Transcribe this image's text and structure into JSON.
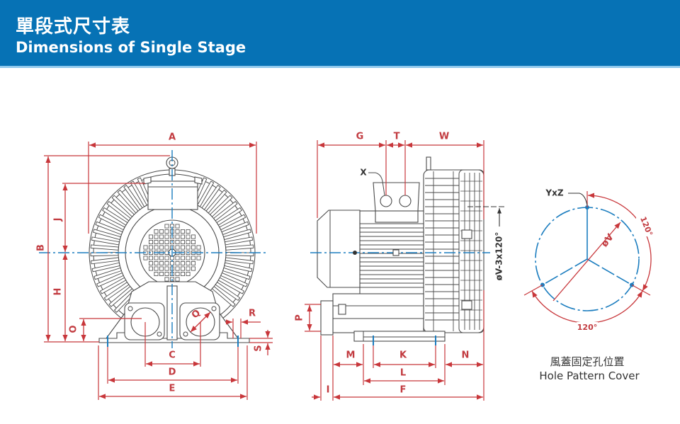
{
  "header": {
    "title_zh": "單段式尺寸表",
    "title_en": "Dimensions of Single Stage"
  },
  "front_view": {
    "labels": {
      "A": "A",
      "B": "B",
      "J": "J",
      "H": "H",
      "O": "O",
      "Q": "Q",
      "R": "R",
      "S": "S",
      "C": "C",
      "D": "D",
      "E": "E"
    }
  },
  "side_view": {
    "labels": {
      "G": "G",
      "T": "T",
      "W": "W",
      "X": "X",
      "P": "P",
      "M": "M",
      "K": "K",
      "N": "N",
      "L": "L",
      "I": "I",
      "F": "F"
    },
    "bolt_note": "øV-3x120°"
  },
  "hole_pattern": {
    "hole_label": "YxZ",
    "diameter_label": "øV",
    "angle_upper": "120°",
    "angle_lower": "120°",
    "caption_zh": "風蓋固定孔位置",
    "caption_en": "Hole Pattern Cover"
  },
  "colors": {
    "header": "#0672b5",
    "header_stripe": "#8fc8ec",
    "dimension": "#c8373b",
    "centerline": "#1b7dbf",
    "outline": "#4a4a4a"
  }
}
